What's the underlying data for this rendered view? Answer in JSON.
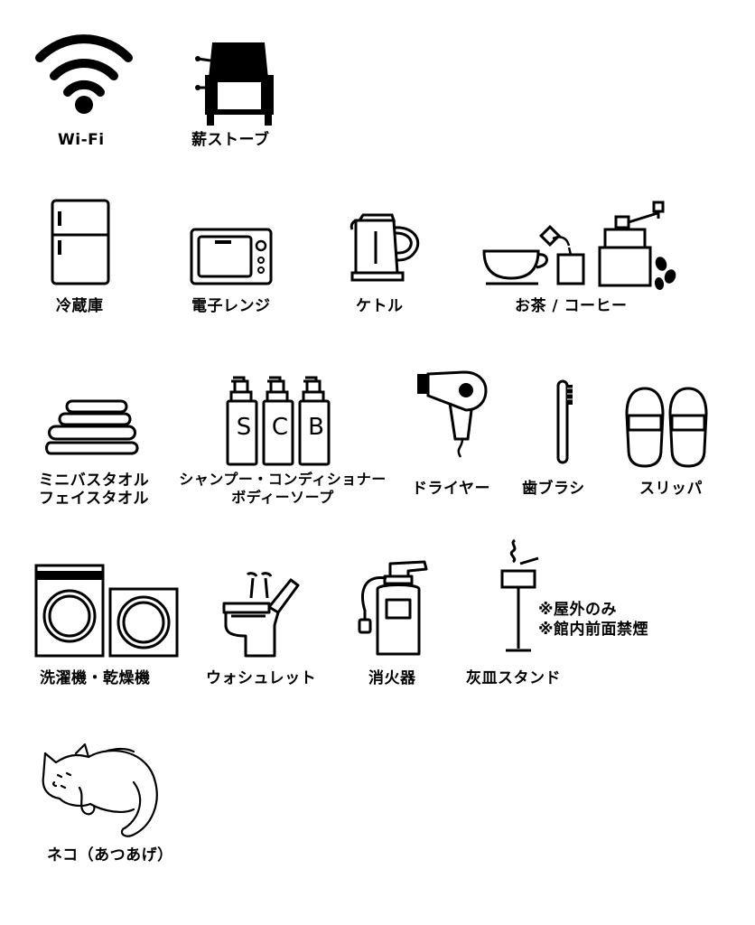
{
  "amenities": {
    "wifi": {
      "label": "Wi-Fi",
      "icon": "wifi-icon"
    },
    "wood_stove": {
      "label": "薪ストーブ",
      "icon": "wood-stove-icon"
    },
    "fridge": {
      "label": "冷蔵庫",
      "icon": "refrigerator-icon"
    },
    "microwave": {
      "label": "電子レンジ",
      "icon": "microwave-icon"
    },
    "kettle": {
      "label": "ケトル",
      "icon": "kettle-icon"
    },
    "tea_coffee": {
      "label": "お茶 / コーヒー",
      "icon": "tea-coffee-icon"
    },
    "towels": {
      "label_line1": "ミニバスタオル",
      "label_line2": "フェイスタオル",
      "icon": "towel-stack-icon"
    },
    "toiletries": {
      "label_line1": "シャンプー・コンディショナー",
      "label_line2": "ボディーソープ",
      "bottle_s": "S",
      "bottle_c": "C",
      "bottle_b": "B",
      "icon": "shampoo-bottles-icon"
    },
    "dryer": {
      "label": "ドライヤー",
      "icon": "hair-dryer-icon"
    },
    "toothbrush": {
      "label": "歯ブラシ",
      "icon": "toothbrush-icon"
    },
    "slippers": {
      "label": "スリッパ",
      "icon": "slippers-icon"
    },
    "laundry": {
      "label": "洗濯機・乾燥機",
      "icon": "washer-dryer-icon"
    },
    "washlet": {
      "label": "ウォシュレット",
      "icon": "washlet-toilet-icon"
    },
    "extinguisher": {
      "label": "消火器",
      "icon": "fire-extinguisher-icon"
    },
    "ashtray": {
      "label": "灰皿スタンド",
      "note_line1": "※屋外のみ",
      "note_line2": "※館内前面禁煙",
      "icon": "ashtray-stand-icon"
    },
    "cat": {
      "label": "ネコ（あつあげ）",
      "icon": "sleeping-cat-icon"
    }
  }
}
